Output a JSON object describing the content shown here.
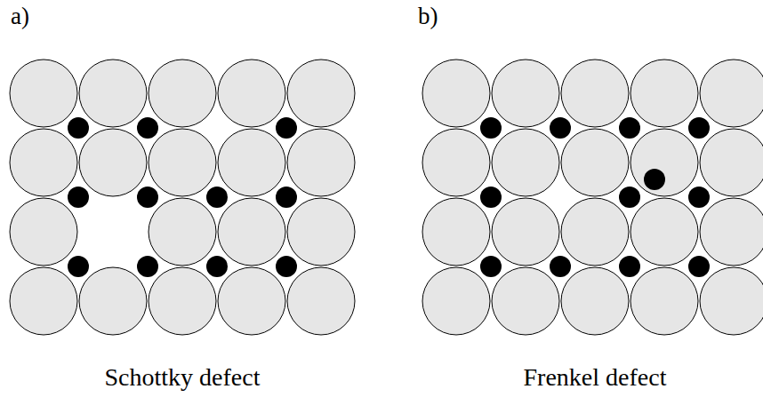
{
  "diagram": {
    "labels": [
      "a)",
      "b)",
      "Schottky defect",
      "Frenkel defect"
    ]
  }
}
